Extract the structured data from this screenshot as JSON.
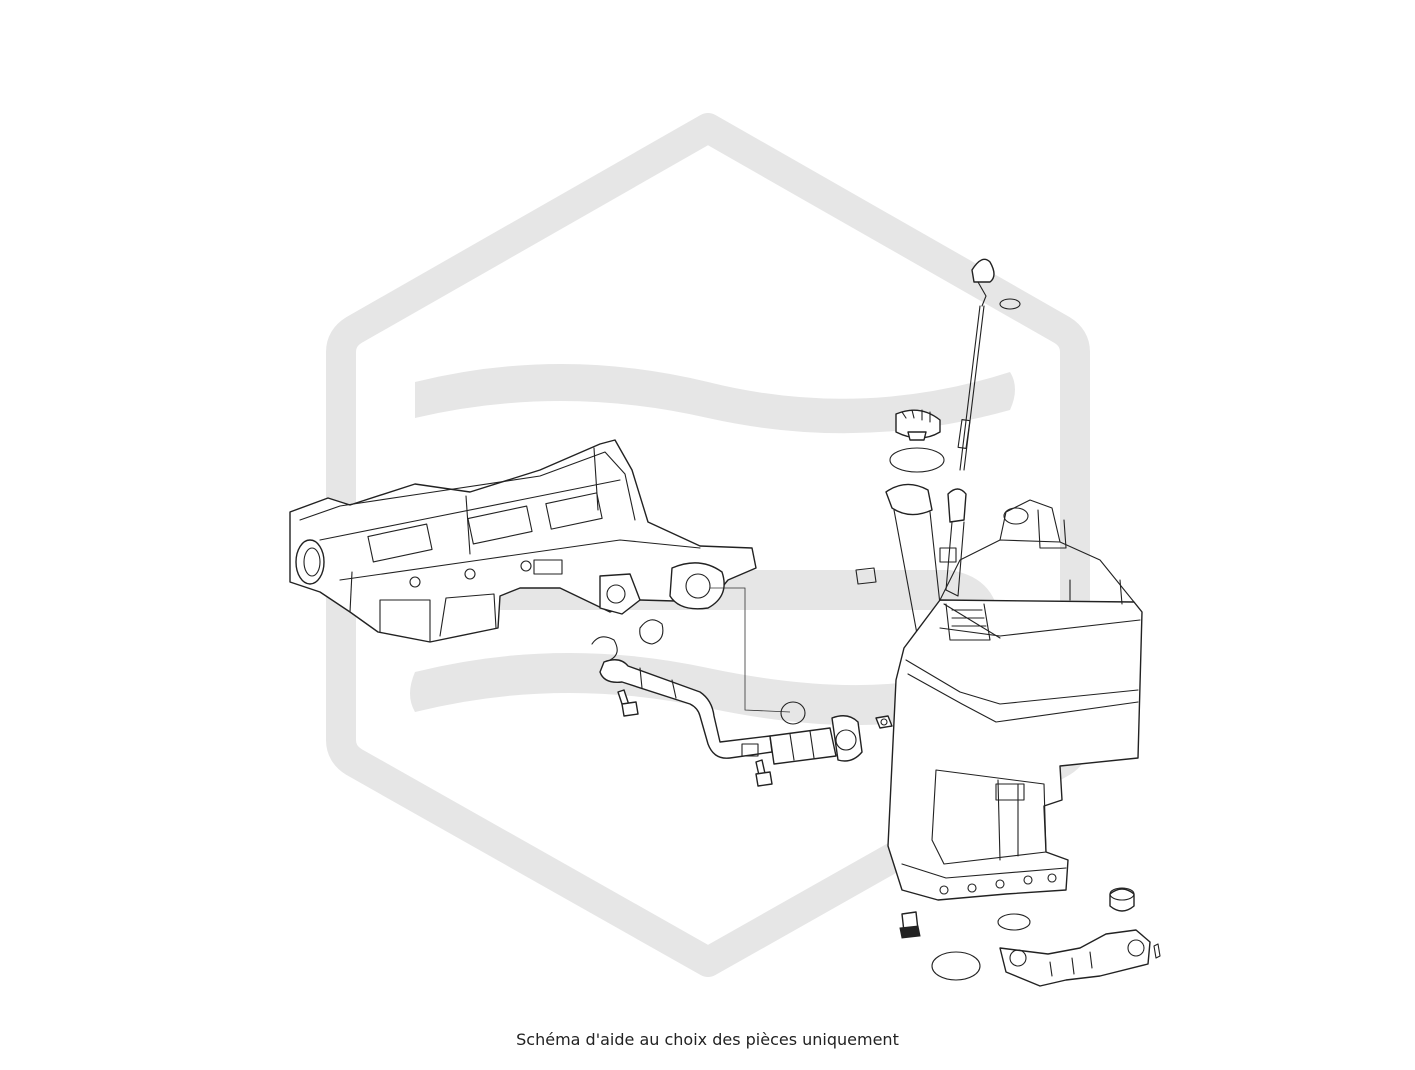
{
  "caption": "Schéma d'aide au choix des pièces uniquement",
  "watermark": {
    "color": "#e6e6e6",
    "name": "hexagon-s-logo"
  },
  "line_color": "#222222",
  "parts": [
    "oil-sump-upper",
    "oil-return-pipe",
    "pipe-clamp-ring",
    "pipe-seal-ring",
    "pipe-bolt",
    "pipe-bolt-lower",
    "pipe-nut",
    "dipstick",
    "dipstick-guide-tube",
    "oil-filler-cap",
    "filler-cap-seal",
    "oil-sump-lower",
    "drain-plug",
    "drain-plug-seal",
    "oil-level-sensor",
    "sensor-gasket",
    "sump-bracket",
    "bracket-plug"
  ]
}
